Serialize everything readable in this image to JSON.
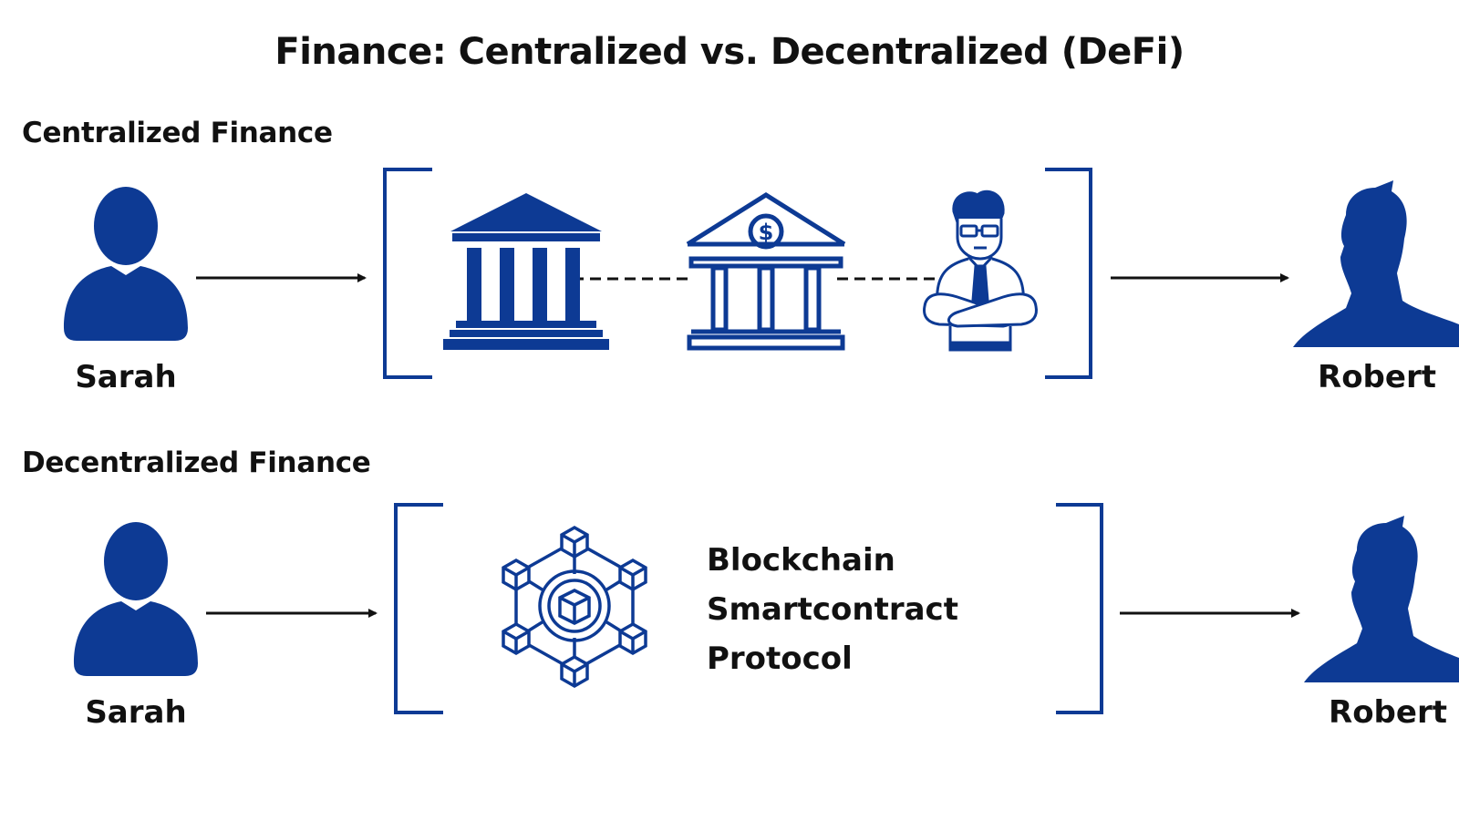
{
  "title": "Finance: Centralized vs. Decentralized (DeFi)",
  "centralized": {
    "label": "Centralized Finance",
    "sender": "Sarah",
    "receiver": "Robert",
    "intermediary_icons": [
      "government-building-icon",
      "bank-icon",
      "banker-icon"
    ]
  },
  "decentralized": {
    "label": "Decentralized Finance",
    "sender": "Sarah",
    "receiver": "Robert",
    "network_icon": "blockchain-network-icon",
    "items": [
      "Blockchain",
      "Smartcontract",
      "Protocol"
    ]
  },
  "colors": {
    "primary": "#0d3a94",
    "text": "#111111",
    "arrow": "#111111"
  }
}
